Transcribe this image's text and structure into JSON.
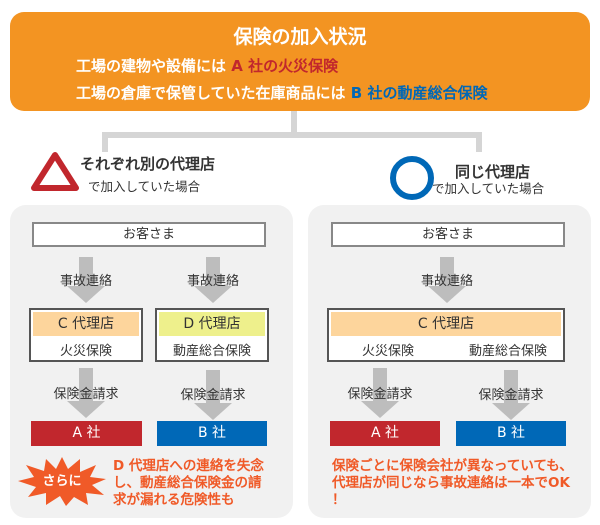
{
  "header": {
    "title": "保険の加入状況",
    "line1_prefix": "工場の建物や設備には",
    "line1_highlight": "A 社の火災保険",
    "line2_prefix": "工場の倉庫で保管していた在庫商品には",
    "line2_highlight": "B 社の動産総合保険"
  },
  "left": {
    "heading": "それぞれ別の代理店",
    "subheading": "で加入していた場合",
    "customer": "お客さま",
    "report": "事故連絡",
    "claim": "保険金請求",
    "agent_c": {
      "name": "C 代理店",
      "product": "火災保険"
    },
    "agent_d": {
      "name": "D 代理店",
      "product": "動産総合保険"
    },
    "company_a": "A 社",
    "company_b": "B 社",
    "burst_label": "さらに",
    "warning": "D 代理店への連絡を失念し、動産総合保険金の請求が漏れる危険性も"
  },
  "right": {
    "heading": "同じ代理店",
    "subheading": "で加入していた場合",
    "customer": "お客さま",
    "report": "事故連絡",
    "claim": "保険金請求",
    "agent_c": {
      "name": "C 代理店",
      "product1": "火災保険",
      "product2": "動産総合保険"
    },
    "company_a": "A 社",
    "company_b": "B 社",
    "note": "保険ごとに保険会社が異なっていても、代理店が同じなら事故連絡は一本でOK ！"
  },
  "colors": {
    "orange": "#f39422",
    "red": "#c1272d",
    "blue": "#0068b7",
    "warning": "#f05a28",
    "agent_c_bg": "#fdd59c",
    "agent_d_bg": "#eef08c"
  }
}
